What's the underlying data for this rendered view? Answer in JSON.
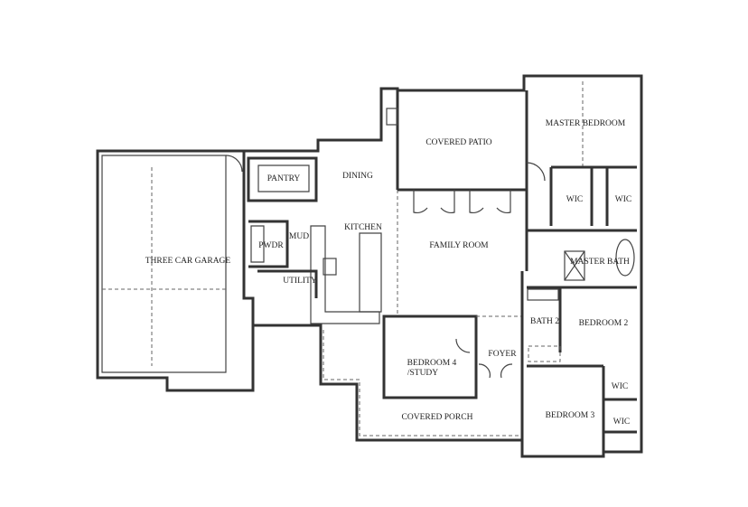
{
  "rooms": {
    "garage": {
      "label": "THREE CAR GARAGE"
    },
    "pantry": {
      "label": "PANTRY"
    },
    "dining": {
      "label": "DINING"
    },
    "kitchen": {
      "label": "KITCHEN"
    },
    "mud": {
      "label": "MUD"
    },
    "powder": {
      "label": "PWDR"
    },
    "utility": {
      "label": "UTILITY"
    },
    "covered_patio": {
      "label": "COVERED PATIO"
    },
    "family_room": {
      "label": "FAMILY ROOM"
    },
    "master_bedroom": {
      "label": "MASTER BEDROOM"
    },
    "wic_1": {
      "label": "WIC"
    },
    "wic_2": {
      "label": "WIC"
    },
    "master_bath": {
      "label": "MASTER BATH"
    },
    "bath_2": {
      "label": "BATH 2"
    },
    "bedroom_2": {
      "label": "BEDROOM 2"
    },
    "bedroom_3": {
      "label": "BEDROOM 3"
    },
    "wic_3": {
      "label": "WIC"
    },
    "wic_4": {
      "label": "WIC"
    },
    "bedroom_4": {
      "label": "BEDROOM 4",
      "label2": "/STUDY"
    },
    "foyer": {
      "label": "FOYER"
    },
    "covered_porch": {
      "label": "COVERED PORCH"
    }
  }
}
